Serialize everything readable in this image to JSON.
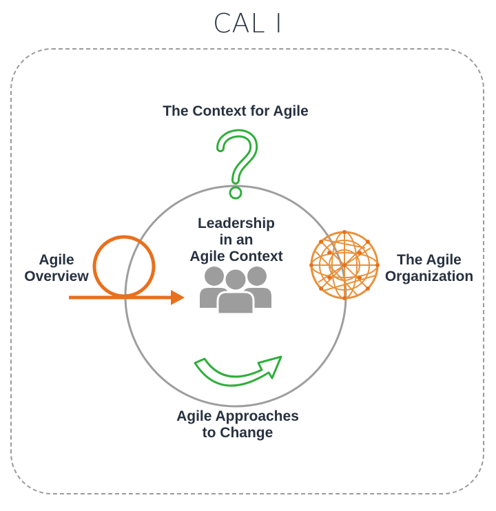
{
  "title": "CAL I",
  "labels": {
    "context": "The Context for Agile",
    "leadership": [
      "Leadership",
      "in an",
      "Agile Context"
    ],
    "overview": [
      "Agile",
      "Overview"
    ],
    "organization": [
      "The Agile",
      "Organization"
    ],
    "approaches": [
      "Agile Approaches",
      "to Change"
    ]
  },
  "colors": {
    "orange": "#e8701e",
    "green": "#2fae3b",
    "gray_circle": "#9e9e9e",
    "people": "#9d9d9d",
    "text": "#273140"
  },
  "icons": [
    "question-mark-icon",
    "loop-arrow-icon",
    "people-icon",
    "network-sphere-icon",
    "curved-arrow-icon"
  ]
}
